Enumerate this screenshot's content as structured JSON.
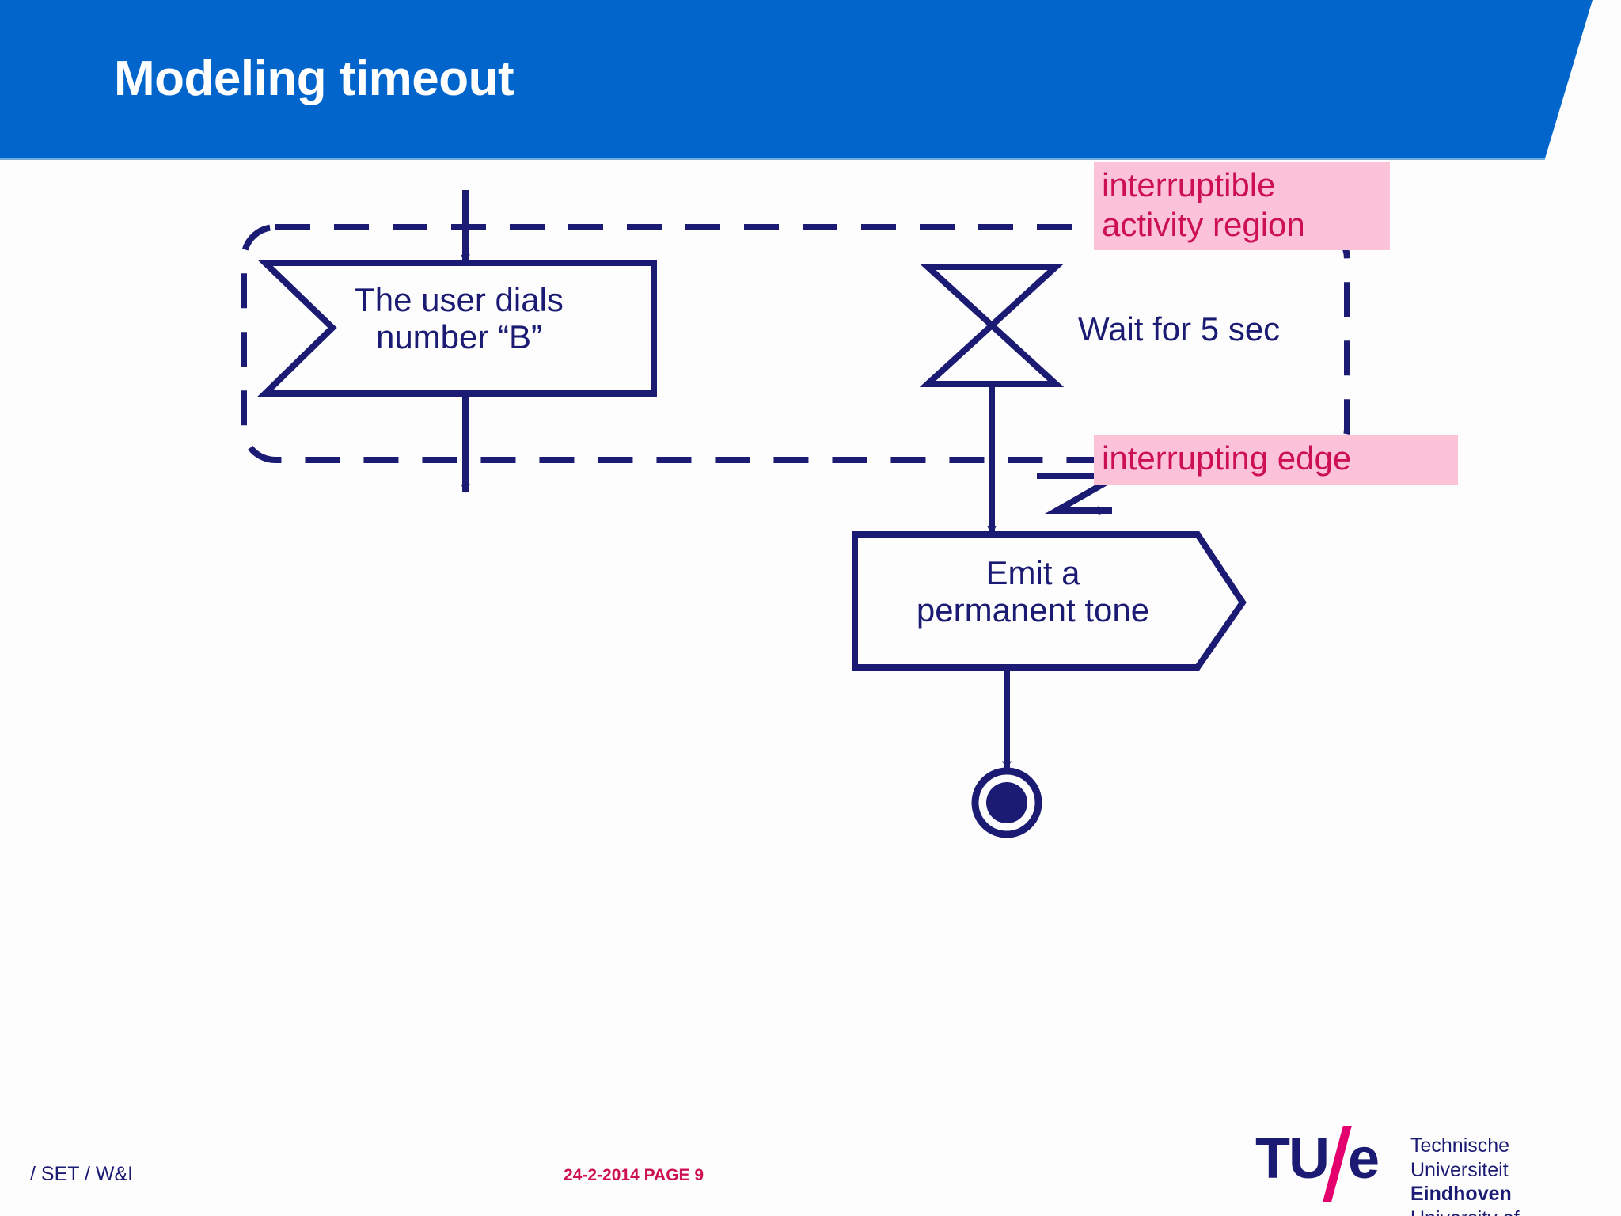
{
  "header": {
    "title": "Modeling timeout",
    "background_color": "#0265cc",
    "title_color": "#ffffff"
  },
  "diagram": {
    "type": "uml-activity-diagram",
    "line_color": "#1b1b74",
    "nodes": [
      {
        "id": "receive-signal",
        "shape": "receive-signal",
        "label_line1": "The user dials",
        "label_line2": "number “B”"
      },
      {
        "id": "timer-event",
        "shape": "hourglass-timer",
        "label": "Wait for 5 sec"
      },
      {
        "id": "send-signal",
        "shape": "send-signal",
        "label_line1": "Emit a",
        "label_line2": "permanent tone"
      },
      {
        "id": "activity-final",
        "shape": "final-node-bullseye",
        "label": ""
      }
    ],
    "region": {
      "id": "interruptible-region",
      "style": "dashed-rounded-rectangle"
    }
  },
  "annotations": [
    {
      "id": "callout-region",
      "line1": "interruptible",
      "line2": "activity region",
      "background_color": "#fcc3d8",
      "text_color": "#cc1052"
    },
    {
      "id": "callout-edge",
      "line1": "interrupting edge",
      "background_color": "#fcc3d8",
      "text_color": "#cc1052"
    }
  ],
  "labels": {
    "dial_line1": "The user dials",
    "dial_line2": "number “B”",
    "wait": "Wait for 5 sec",
    "emit_line1": "Emit a",
    "emit_line2": "permanent tone",
    "region_line1": "interruptible",
    "region_line2": "activity region",
    "edge_line1": "interrupting edge"
  },
  "footer": {
    "left": "/ SET / W&I",
    "date": "24-2-2014",
    "page": "PAGE 9",
    "center": "24-2-2014   PAGE 9",
    "left_color": "#1b1b74",
    "center_color": "#cc1052"
  },
  "logo": {
    "mark_tu": "TU",
    "mark_e": "e",
    "line1": "Technische Universiteit",
    "line2": "Eindhoven",
    "line3": "University of Technology",
    "navy": "#1b1b74",
    "magenta": "#e3006e"
  }
}
